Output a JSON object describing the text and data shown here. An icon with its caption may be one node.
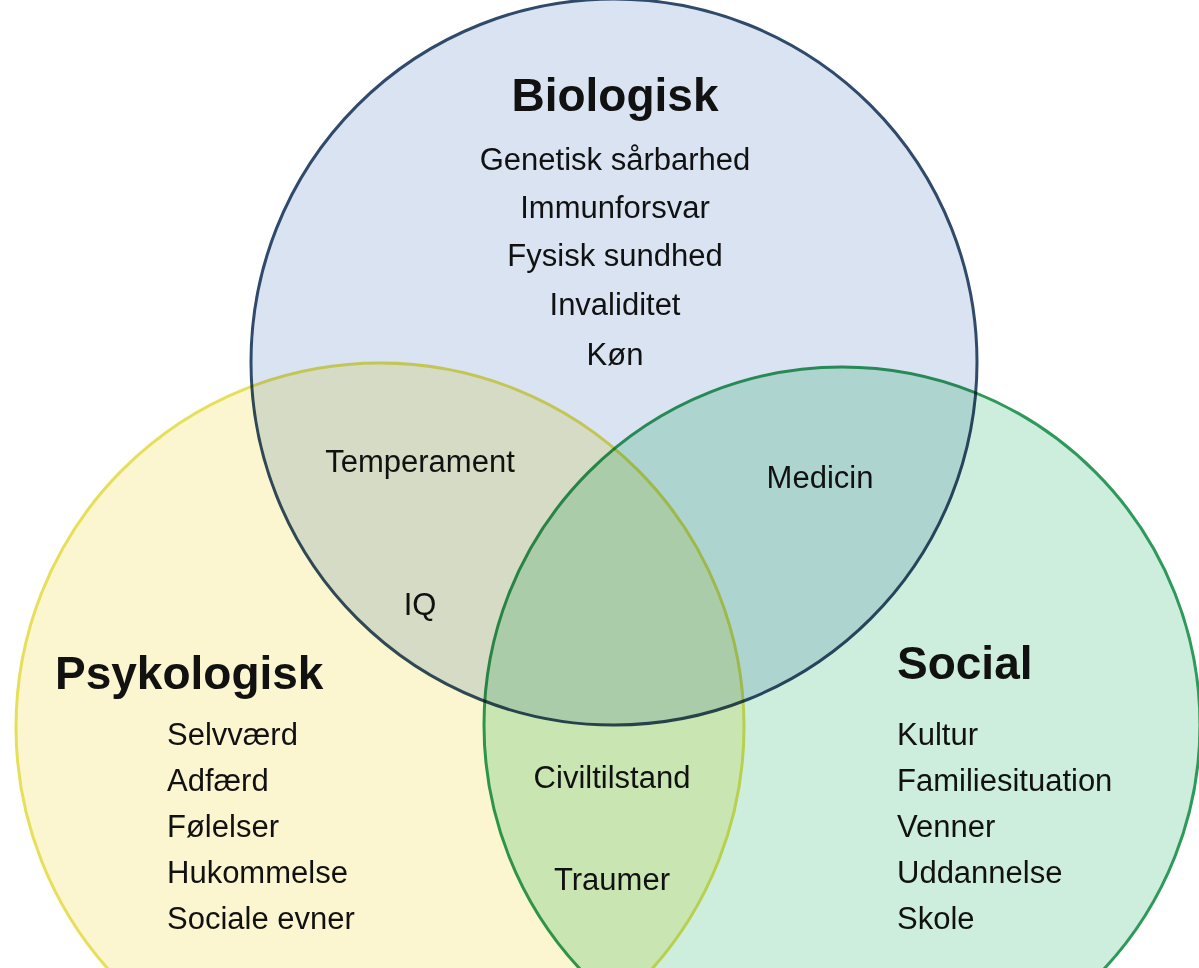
{
  "diagram": {
    "nodes": [
      {
        "text": [
          "Biologisk",
          "Genetisk sårbarhed",
          "Immunforsvar",
          "Fysisk sundhed",
          "Invaliditet",
          "Køn"
        ]
      },
      {
        "text": [
          "Psykologisk",
          "Selvværd",
          "Adfærd",
          "Følelser",
          "Hukommelse",
          "Sociale evner"
        ]
      },
      {
        "text": [
          "Social",
          "Kultur",
          "Familiesituation",
          "Venner",
          "Uddannelse",
          "Skole"
        ]
      }
    ],
    "labels": [
      "Temperament",
      "Medicin",
      "IQ",
      "Civiltilstand",
      "Traumer"
    ]
  }
}
